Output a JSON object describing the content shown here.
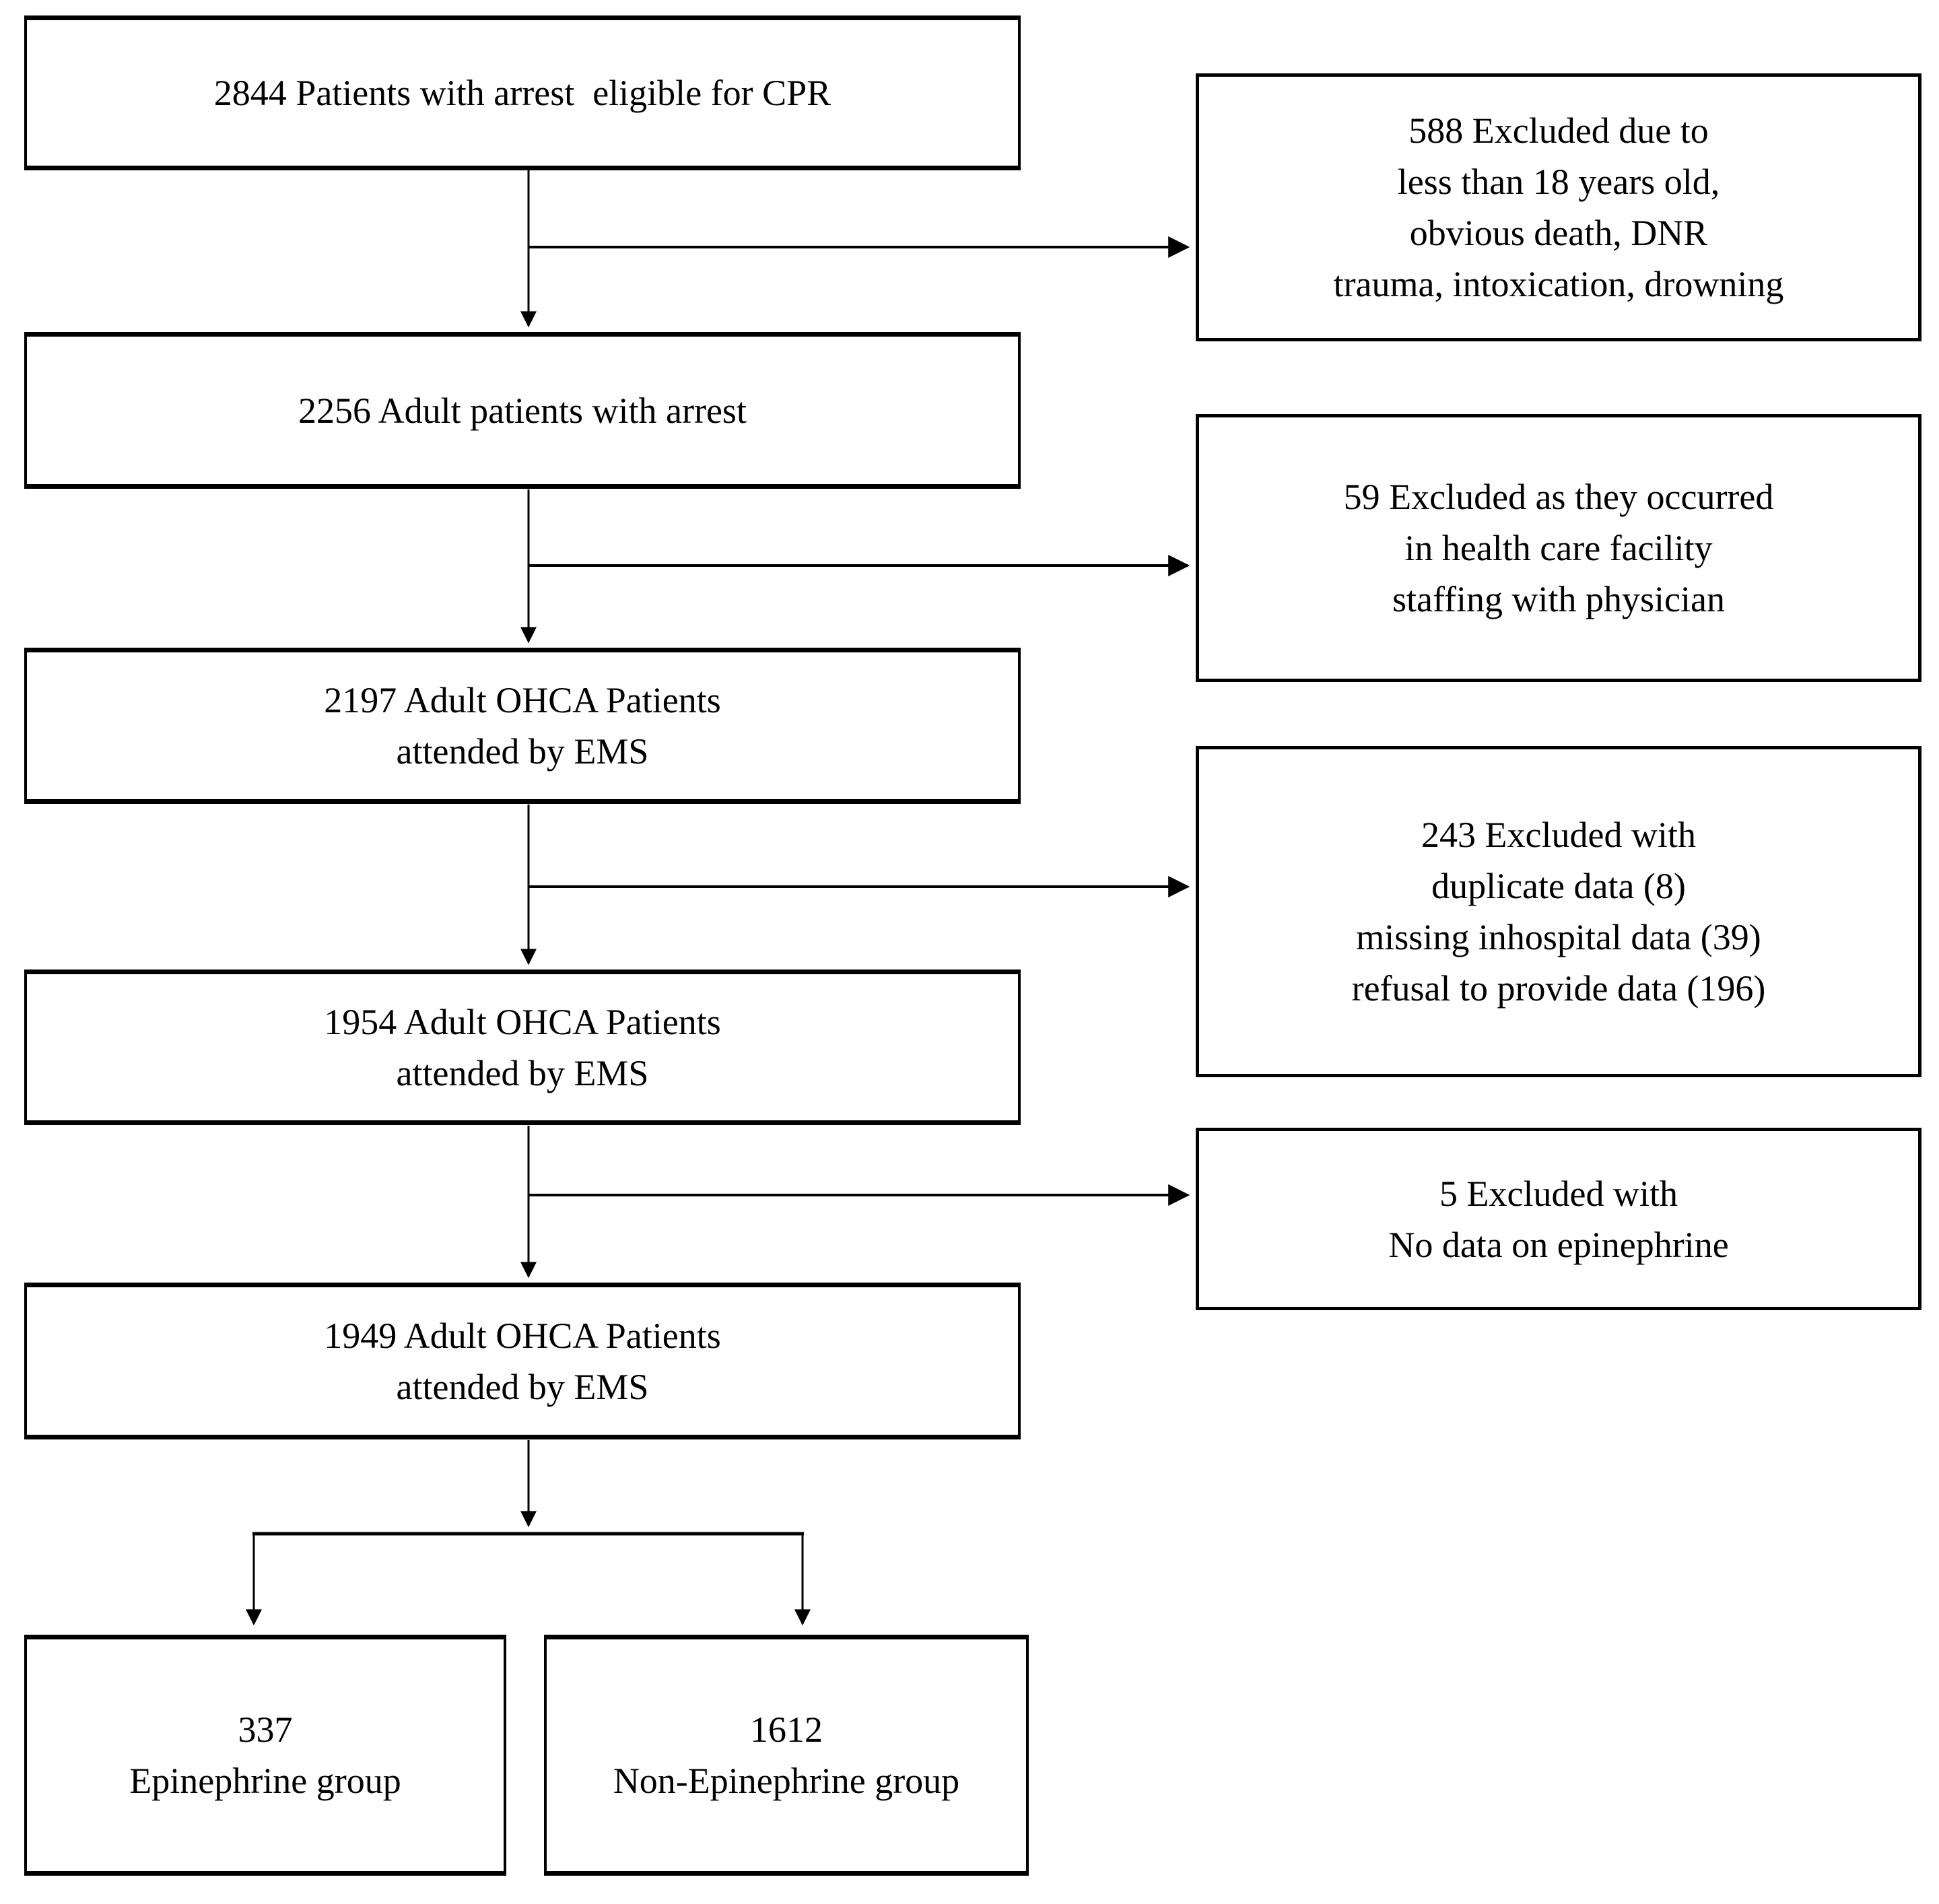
{
  "diagram": {
    "type": "flowchart",
    "title_hint": "Patient inclusion flow diagram (OHCA / epinephrine study)",
    "colors": {
      "background": "#ffffff",
      "box_border": "#000000",
      "connector_line": "#000000",
      "text": "#000000"
    },
    "boxes": {
      "eligible": {
        "count": 2844,
        "lines": [
          "2844 Patients with arrest  eligible for CPR"
        ]
      },
      "adult_arrest": {
        "count": 2256,
        "lines": [
          "2256 Adult patients with arrest"
        ]
      },
      "ohca_2197": {
        "count": 2197,
        "lines": [
          "2197 Adult OHCA Patients",
          "attended by EMS"
        ]
      },
      "ohca_1954": {
        "count": 1954,
        "lines": [
          "1954 Adult OHCA Patients",
          "attended by EMS"
        ]
      },
      "ohca_1949": {
        "count": 1949,
        "lines": [
          "1949 Adult OHCA Patients",
          "attended by EMS"
        ]
      },
      "epinephrine_group": {
        "count": 337,
        "lines": [
          "337",
          "Epinephrine group"
        ]
      },
      "non_epinephrine_group": {
        "count": 1612,
        "lines": [
          "1612",
          "Non-Epinephrine group"
        ]
      },
      "excluded_588": {
        "count": 588,
        "lines": [
          "588 Excluded due to",
          "less than 18 years old,",
          "obvious death, DNR",
          "trauma, intoxication, drowning"
        ]
      },
      "excluded_59": {
        "count": 59,
        "lines": [
          "59 Excluded as they occurred",
          "in health care facility",
          "staffing with physician"
        ]
      },
      "excluded_243": {
        "count": 243,
        "lines": [
          "243 Excluded with",
          "duplicate data (8)",
          "missing inhospital data (39)",
          "refusal to provide data (196)"
        ]
      },
      "excluded_5": {
        "count": 5,
        "lines": [
          "5 Excluded with",
          "No data on epinephrine"
        ]
      }
    }
  }
}
